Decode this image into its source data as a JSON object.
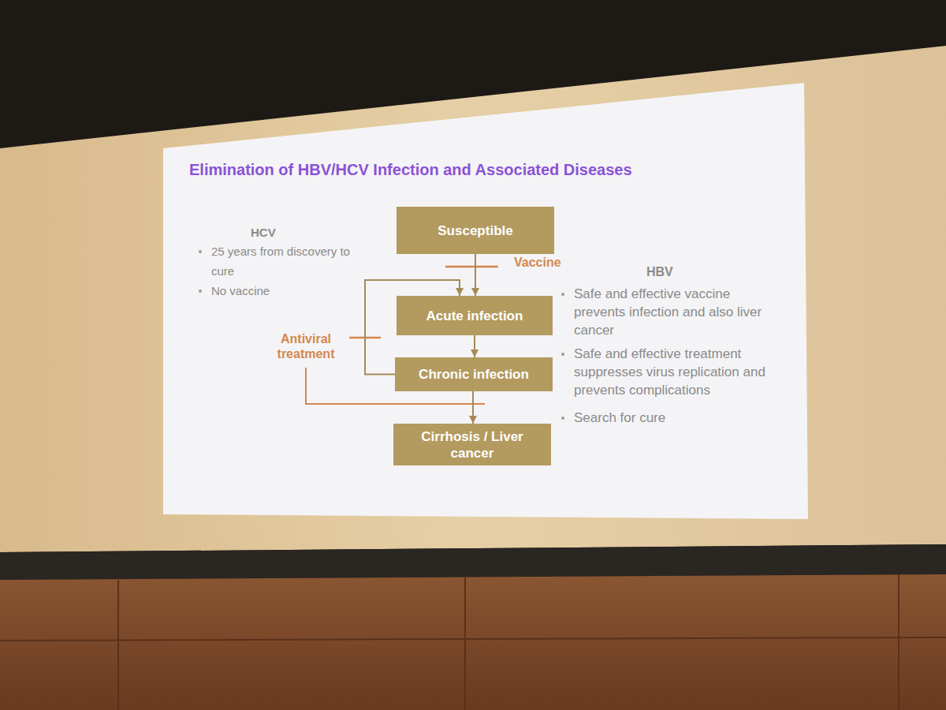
{
  "diagram": {
    "title": "Elimination of HBV/HCV Infection and Associated Diseases",
    "nodes": [
      {
        "text": [
          "Susceptible"
        ]
      },
      {
        "text": [
          "Acute infection"
        ]
      },
      {
        "text": [
          "Chronic infection"
        ]
      },
      {
        "text": [
          "Cirrhosis / Liver cancer"
        ]
      }
    ],
    "edges": [
      {
        "from": 0,
        "to": 1,
        "arrow": "to"
      },
      {
        "from": 1,
        "to": 2,
        "arrow": "to"
      },
      {
        "from": 2,
        "to": 3,
        "arrow": "to"
      },
      {
        "from": 2,
        "to": 1,
        "arrow": "to"
      }
    ],
    "labels": [
      "HCV",
      "25 years from discovery to cure",
      "No vaccine",
      "Vaccine",
      "HBV",
      "Safe and effective vaccine prevents infection and also liver cancer",
      "Antiviral treatment",
      "Safe and effective treatment suppresses virus replication and prevents complications",
      "Search for cure"
    ]
  }
}
